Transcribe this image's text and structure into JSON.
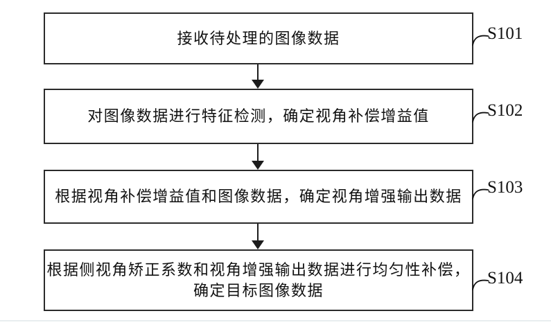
{
  "figure": {
    "steps": [
      {
        "id": "S101",
        "lines": [
          "接收待处理的图像数据"
        ]
      },
      {
        "id": "S102",
        "lines": [
          "对图像数据进行特征检测，确定视角补偿增益值"
        ]
      },
      {
        "id": "S103",
        "lines": [
          "根据视角补偿增益值和图像数据，确定视角增强输出数据"
        ]
      },
      {
        "id": "S104",
        "lines": [
          "根据侧视角矫正系数和视角增强输出数据进行均匀性补偿，",
          "确定目标图像数据"
        ]
      }
    ],
    "colors": {
      "line": "#2a2a2a",
      "text": "#111111",
      "background": "#ffffff",
      "divider": "#e8edef"
    }
  }
}
